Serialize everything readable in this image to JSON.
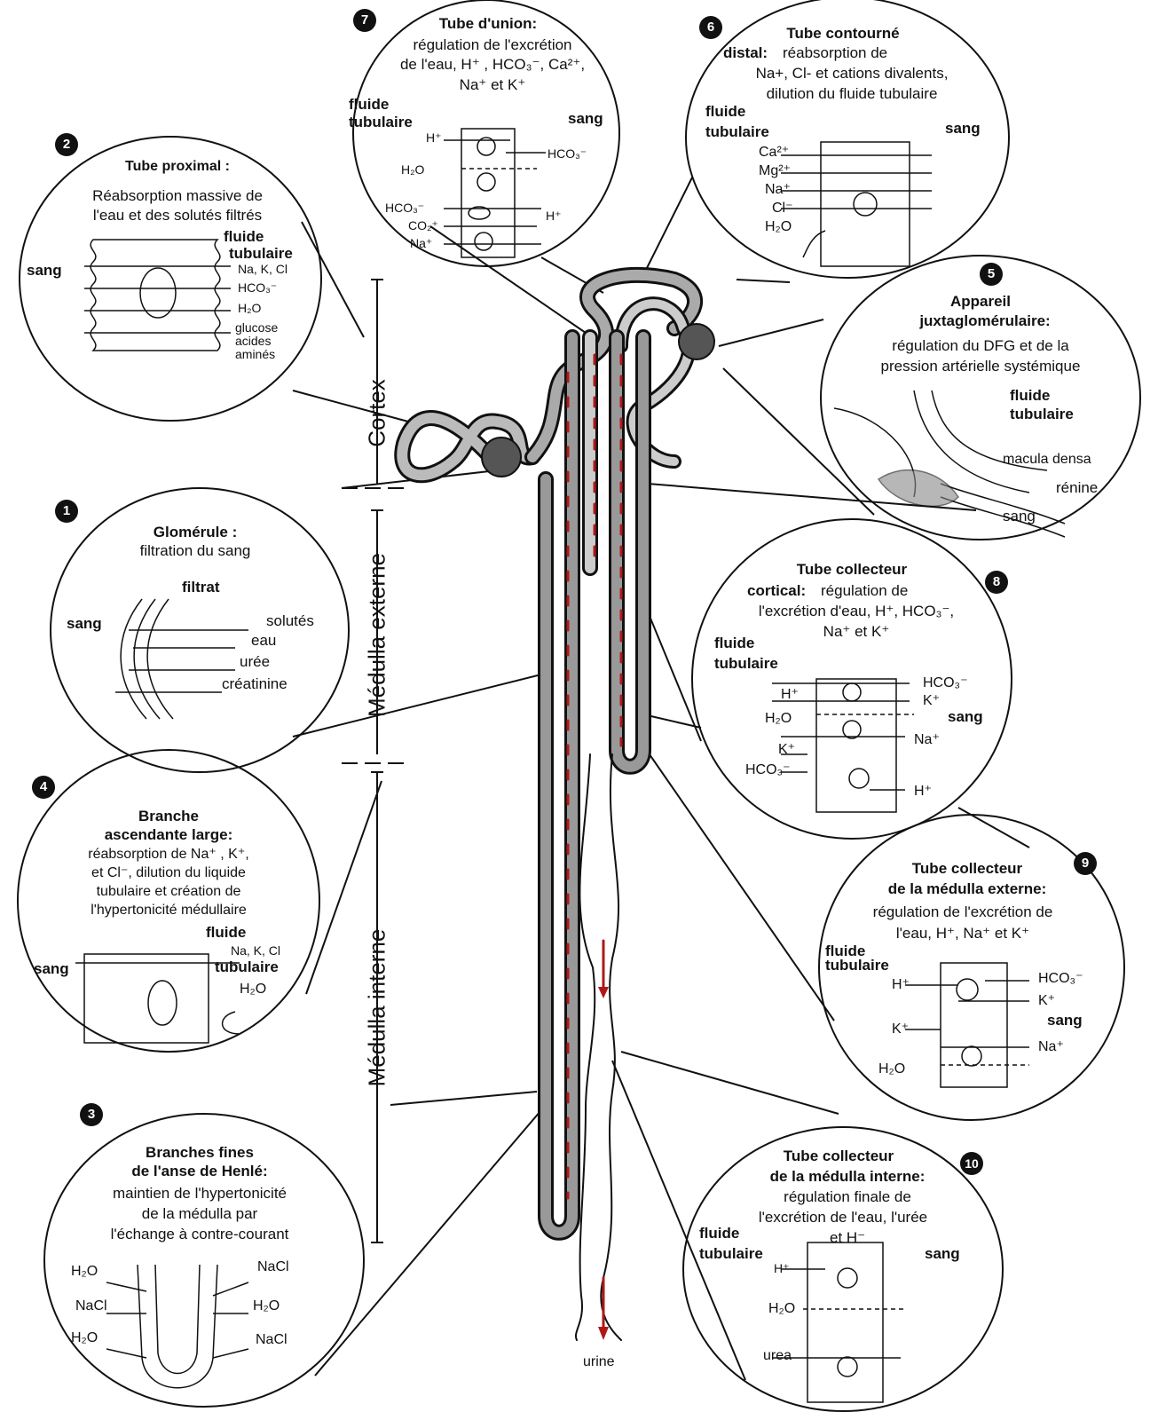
{
  "cortex": "Cortex",
  "medulla_externe": "Médulla externe",
  "medulla_interne": "Médulla interne",
  "urine": "urine",
  "sections": {
    "s1": {
      "num": "1",
      "title": "Glomérule :",
      "desc": "filtration du sang",
      "filtrat": "filtrat",
      "sang": "sang",
      "items": [
        "solutés",
        "eau",
        "urée",
        "créatinine"
      ]
    },
    "s2": {
      "num": "2",
      "title": "Tube proximal :",
      "desc1": "Réabsorption massive de",
      "desc2": "l'eau et des solutés filtrés",
      "fluide": "fluide",
      "tubulaire": "tubulaire",
      "sang": "sang",
      "items": [
        "Na, K, Cl",
        "HCO₃⁻",
        "H₂O",
        "glucose",
        "acides",
        "aminés"
      ]
    },
    "s3": {
      "num": "3",
      "title1": "Branches fines",
      "title2": "de l'anse de Henlé:",
      "desc1": "maintien de l'hypertonicité",
      "desc2": "de la médulla par",
      "desc3": "l'échange à contre-courant",
      "left": [
        "H₂O",
        "NaCl",
        "H₂O"
      ],
      "right": [
        "NaCl",
        "H₂O",
        "NaCl"
      ]
    },
    "s4": {
      "num": "4",
      "title1": "Branche",
      "title2": "ascendante large:",
      "desc1": "réabsorption de Na⁺ , K⁺,",
      "desc2": "et Cl⁻, dilution du liquide",
      "desc3": "tubulaire et création de",
      "desc4": "l'hypertonicité médullaire",
      "fluide": "fluide",
      "nakcl": "Na, K, Cl",
      "tubulaire": "tubulaire",
      "sang": "sang",
      "h2o": "H₂O"
    },
    "s5": {
      "num": "5",
      "title1": "Appareil",
      "title2": "juxtaglomérulaire:",
      "desc1": "régulation du DFG et de la",
      "desc2": "pression artérielle systémique",
      "fluide": "fluide",
      "tubulaire": "tubulaire",
      "macula": "macula densa",
      "renine": "rénine",
      "sang": "sang"
    },
    "s6": {
      "num": "6",
      "title1": "Tube contourné",
      "title2": "distal:",
      "desc0": "réabsorption de",
      "desc1": "Na+, Cl- et cations divalents,",
      "desc2": "dilution du fluide tubulaire",
      "fluide": "fluide",
      "tubulaire": "tubulaire",
      "sang": "sang",
      "items": [
        "Ca²⁺",
        "Mg²⁺",
        "Na⁺",
        "Cl⁻",
        "H₂O"
      ]
    },
    "s7": {
      "num": "7",
      "title": "Tube d'union:",
      "desc1": "régulation de l'excrétion",
      "desc2": "de l'eau, H⁺ , HCO₃⁻, Ca²⁺,",
      "desc3": "Na⁺ et K⁺",
      "fluide": "fluide",
      "tubulaire": "tubulaire",
      "sang": "sang",
      "left": [
        "H⁺",
        "H₂O",
        "HCO₃⁻",
        "CO₂⁺",
        "Na⁺"
      ],
      "right": [
        "HCO₃⁻",
        "H⁺"
      ]
    },
    "s8": {
      "num": "8",
      "title1": "Tube collecteur",
      "title2": "cortical:",
      "desc0": "régulation de",
      "desc1": "l'excrétion d'eau, H⁺, HCO₃⁻,",
      "desc2": "Na⁺ et K⁺",
      "fluide": "fluide",
      "tubulaire": "tubulaire",
      "sang": "sang",
      "left": [
        "H⁺",
        "H₂O",
        "K⁺",
        "HCO₃⁻"
      ],
      "right": [
        "HCO₃⁻",
        "K⁺",
        "Na⁺",
        "H⁺"
      ]
    },
    "s9": {
      "num": "9",
      "title1": "Tube collecteur",
      "title2": "de la médulla externe:",
      "desc1": "régulation de l'excrétion de",
      "desc2": "l'eau, H⁺, Na⁺ et K⁺",
      "fluide": "fluide",
      "tubulaire": "tubulaire",
      "sang": "sang",
      "left": [
        "H⁺",
        "K⁺",
        "H₂O"
      ],
      "right": [
        "HCO₃⁻",
        "K⁺",
        "Na⁺"
      ]
    },
    "s10": {
      "num": "10",
      "title1": "Tube collecteur",
      "title2": "de la médulla interne:",
      "desc1": "régulation finale de",
      "desc2": "l'excrétion de l'eau, l'urée",
      "desc3": "et H⁻",
      "fluide": "fluide",
      "tubulaire": "tubulaire",
      "sang": "sang",
      "items": [
        "H⁺",
        "H₂O",
        "urea"
      ]
    }
  },
  "colors": {
    "line": "#111111",
    "red": "#b01818",
    "tube": "#888888",
    "glom": "#444444"
  }
}
